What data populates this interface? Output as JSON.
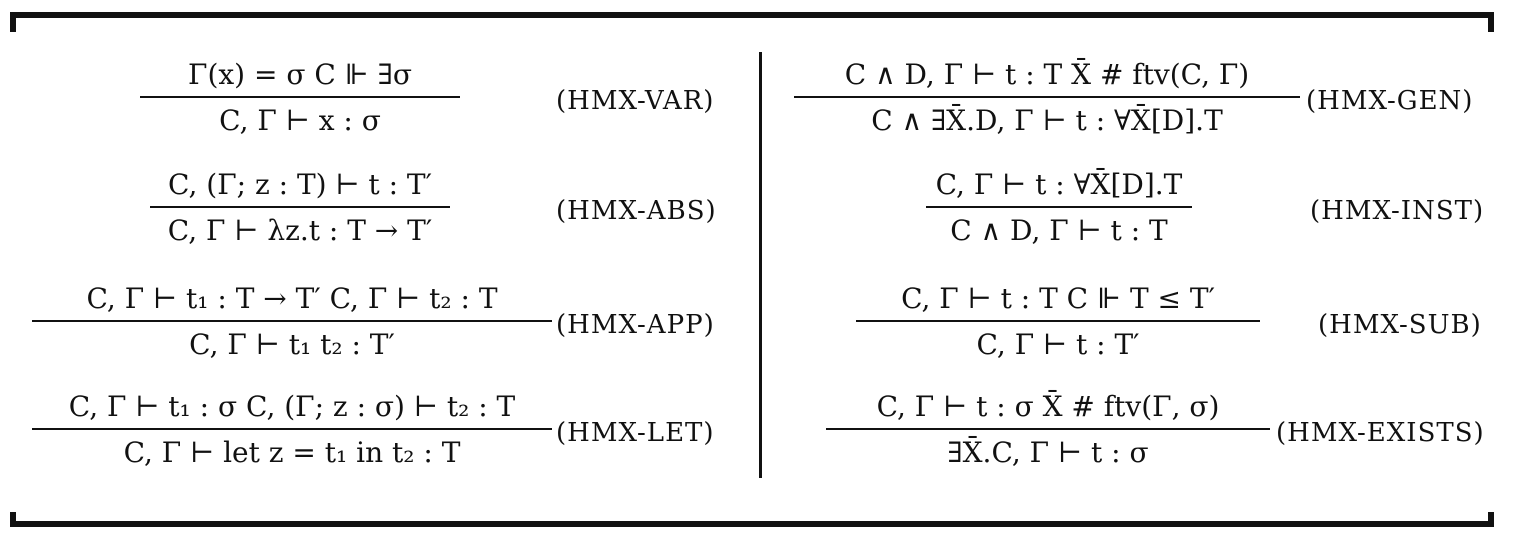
{
  "left_rules": [
    {
      "premise": "Γ(x) = σ       C ⊩ ∃σ",
      "conclusion": "C, Γ ⊢ x : σ",
      "name": "(HMX-VAR)"
    },
    {
      "premise": "C, (Γ; z : T) ⊢ t : T′",
      "conclusion": "C, Γ ⊢ λz.t : T → T′",
      "name": "(HMX-ABS)"
    },
    {
      "premise": "C, Γ ⊢ t₁ : T → T′      C, Γ ⊢ t₂ : T",
      "conclusion": "C, Γ ⊢ t₁ t₂ : T′",
      "name": "(HMX-APP)"
    },
    {
      "premise": "C, Γ ⊢ t₁ : σ    C, (Γ; z : σ) ⊢ t₂ : T",
      "conclusion": "C, Γ ⊢ let z = t₁ in t₂ : T",
      "name": "(HMX-LET)"
    }
  ],
  "right_rules": [
    {
      "premise": "C ∧ D, Γ ⊢ t : T       X̄ # ftv(C, Γ)",
      "conclusion": "C ∧ ∃X̄.D, Γ ⊢ t : ∀X̄[D].T",
      "name": "(HMX-GEN)"
    },
    {
      "premise": "C, Γ ⊢ t : ∀X̄[D].T",
      "conclusion": "C ∧ D, Γ ⊢ t : T",
      "name": "(HMX-INST)"
    },
    {
      "premise": "C, Γ ⊢ t : T       C ⊩ T ≤ T′",
      "conclusion": "C, Γ ⊢ t : T′",
      "name": "(HMX-SUB)"
    },
    {
      "premise": "C, Γ ⊢ t : σ       X̄ # ftv(Γ, σ)",
      "conclusion": "∃X̄.C, Γ ⊢ t : σ",
      "name": "(HMX-EXISTS)"
    }
  ]
}
